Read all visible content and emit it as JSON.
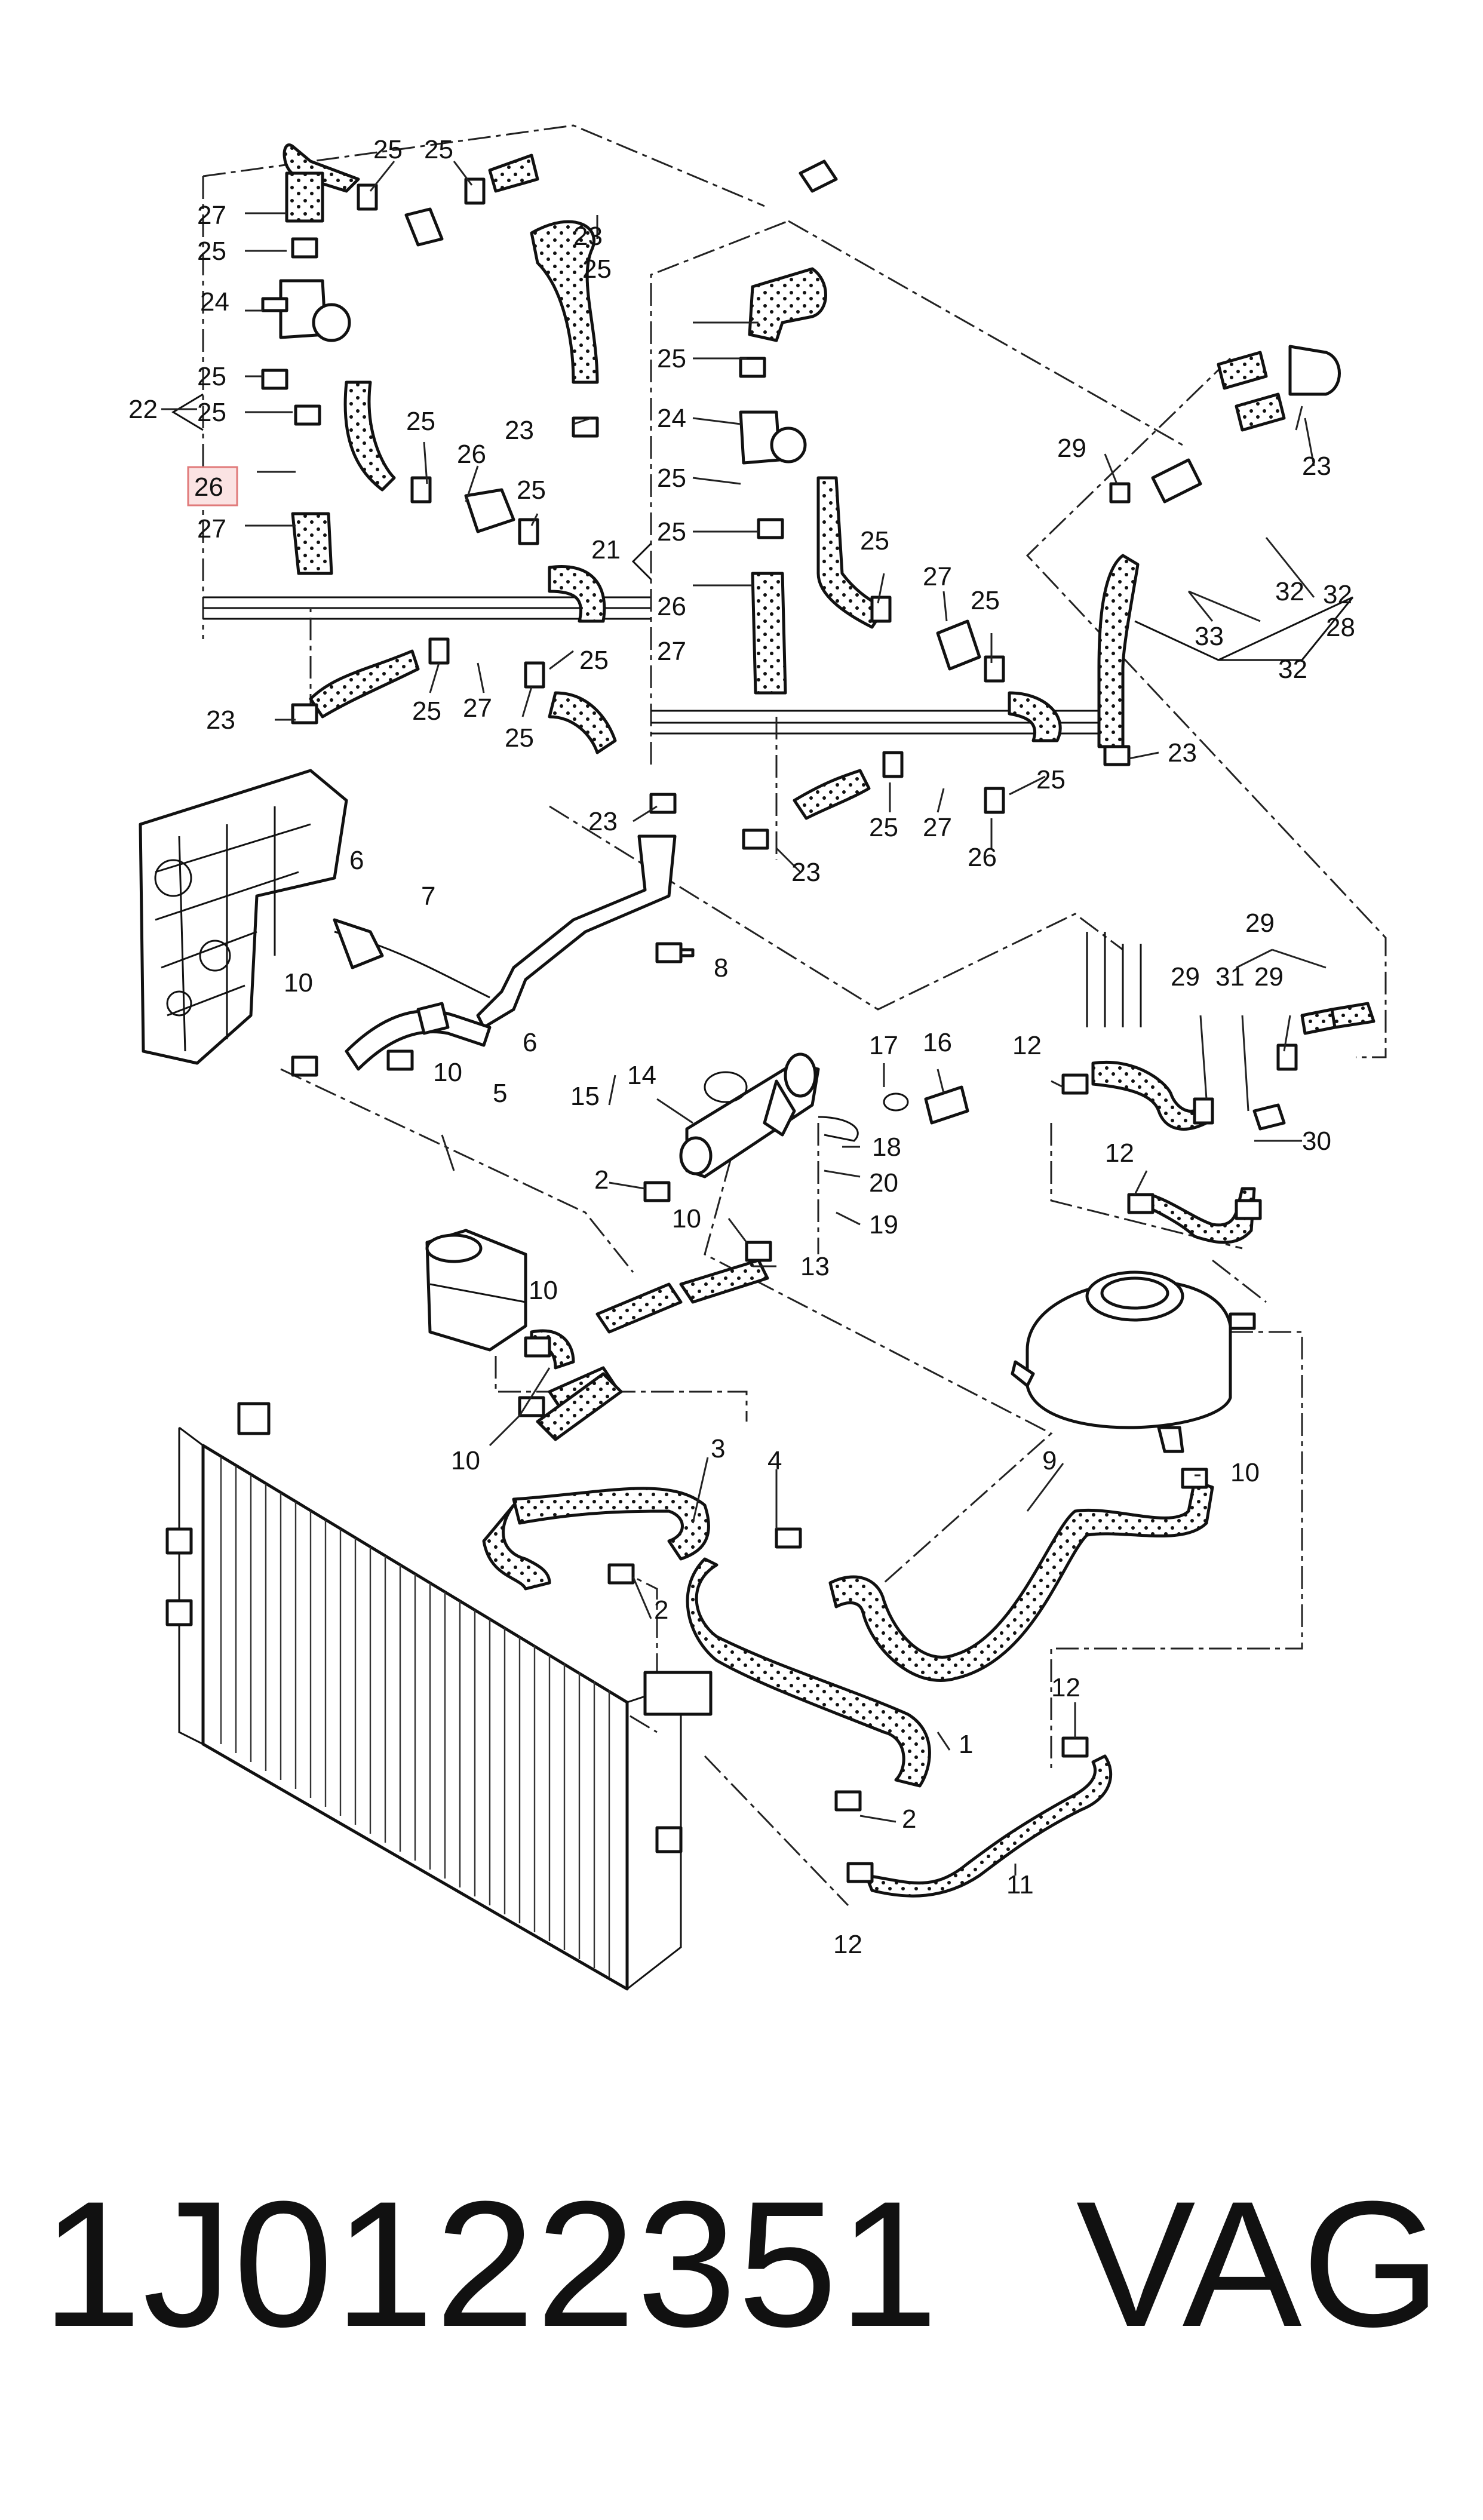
{
  "diagram": {
    "labels": [
      "1",
      "2",
      "2",
      "2",
      "3",
      "4",
      "5",
      "6",
      "6",
      "7",
      "8",
      "9",
      "10",
      "10",
      "10",
      "10",
      "10",
      "10",
      "11",
      "12",
      "12",
      "12",
      "12",
      "13",
      "14",
      "15",
      "16",
      "17",
      "18",
      "19",
      "20",
      "21",
      "22",
      "23",
      "23",
      "23",
      "23",
      "23",
      "23",
      "23",
      "24",
      "24",
      "25",
      "25",
      "25",
      "25",
      "25",
      "25",
      "25",
      "25",
      "25",
      "25",
      "25",
      "25",
      "25",
      "25",
      "25",
      "25",
      "25",
      "25",
      "26",
      "26",
      "26",
      "26",
      "27",
      "27",
      "27",
      "27",
      "27",
      "27",
      "28",
      "29",
      "29",
      "29",
      "29",
      "30",
      "31",
      "32",
      "32",
      "32",
      "33"
    ],
    "highlighted_label": "26"
  },
  "footer": {
    "part_number": "1J0122351",
    "brand": "VAG"
  }
}
